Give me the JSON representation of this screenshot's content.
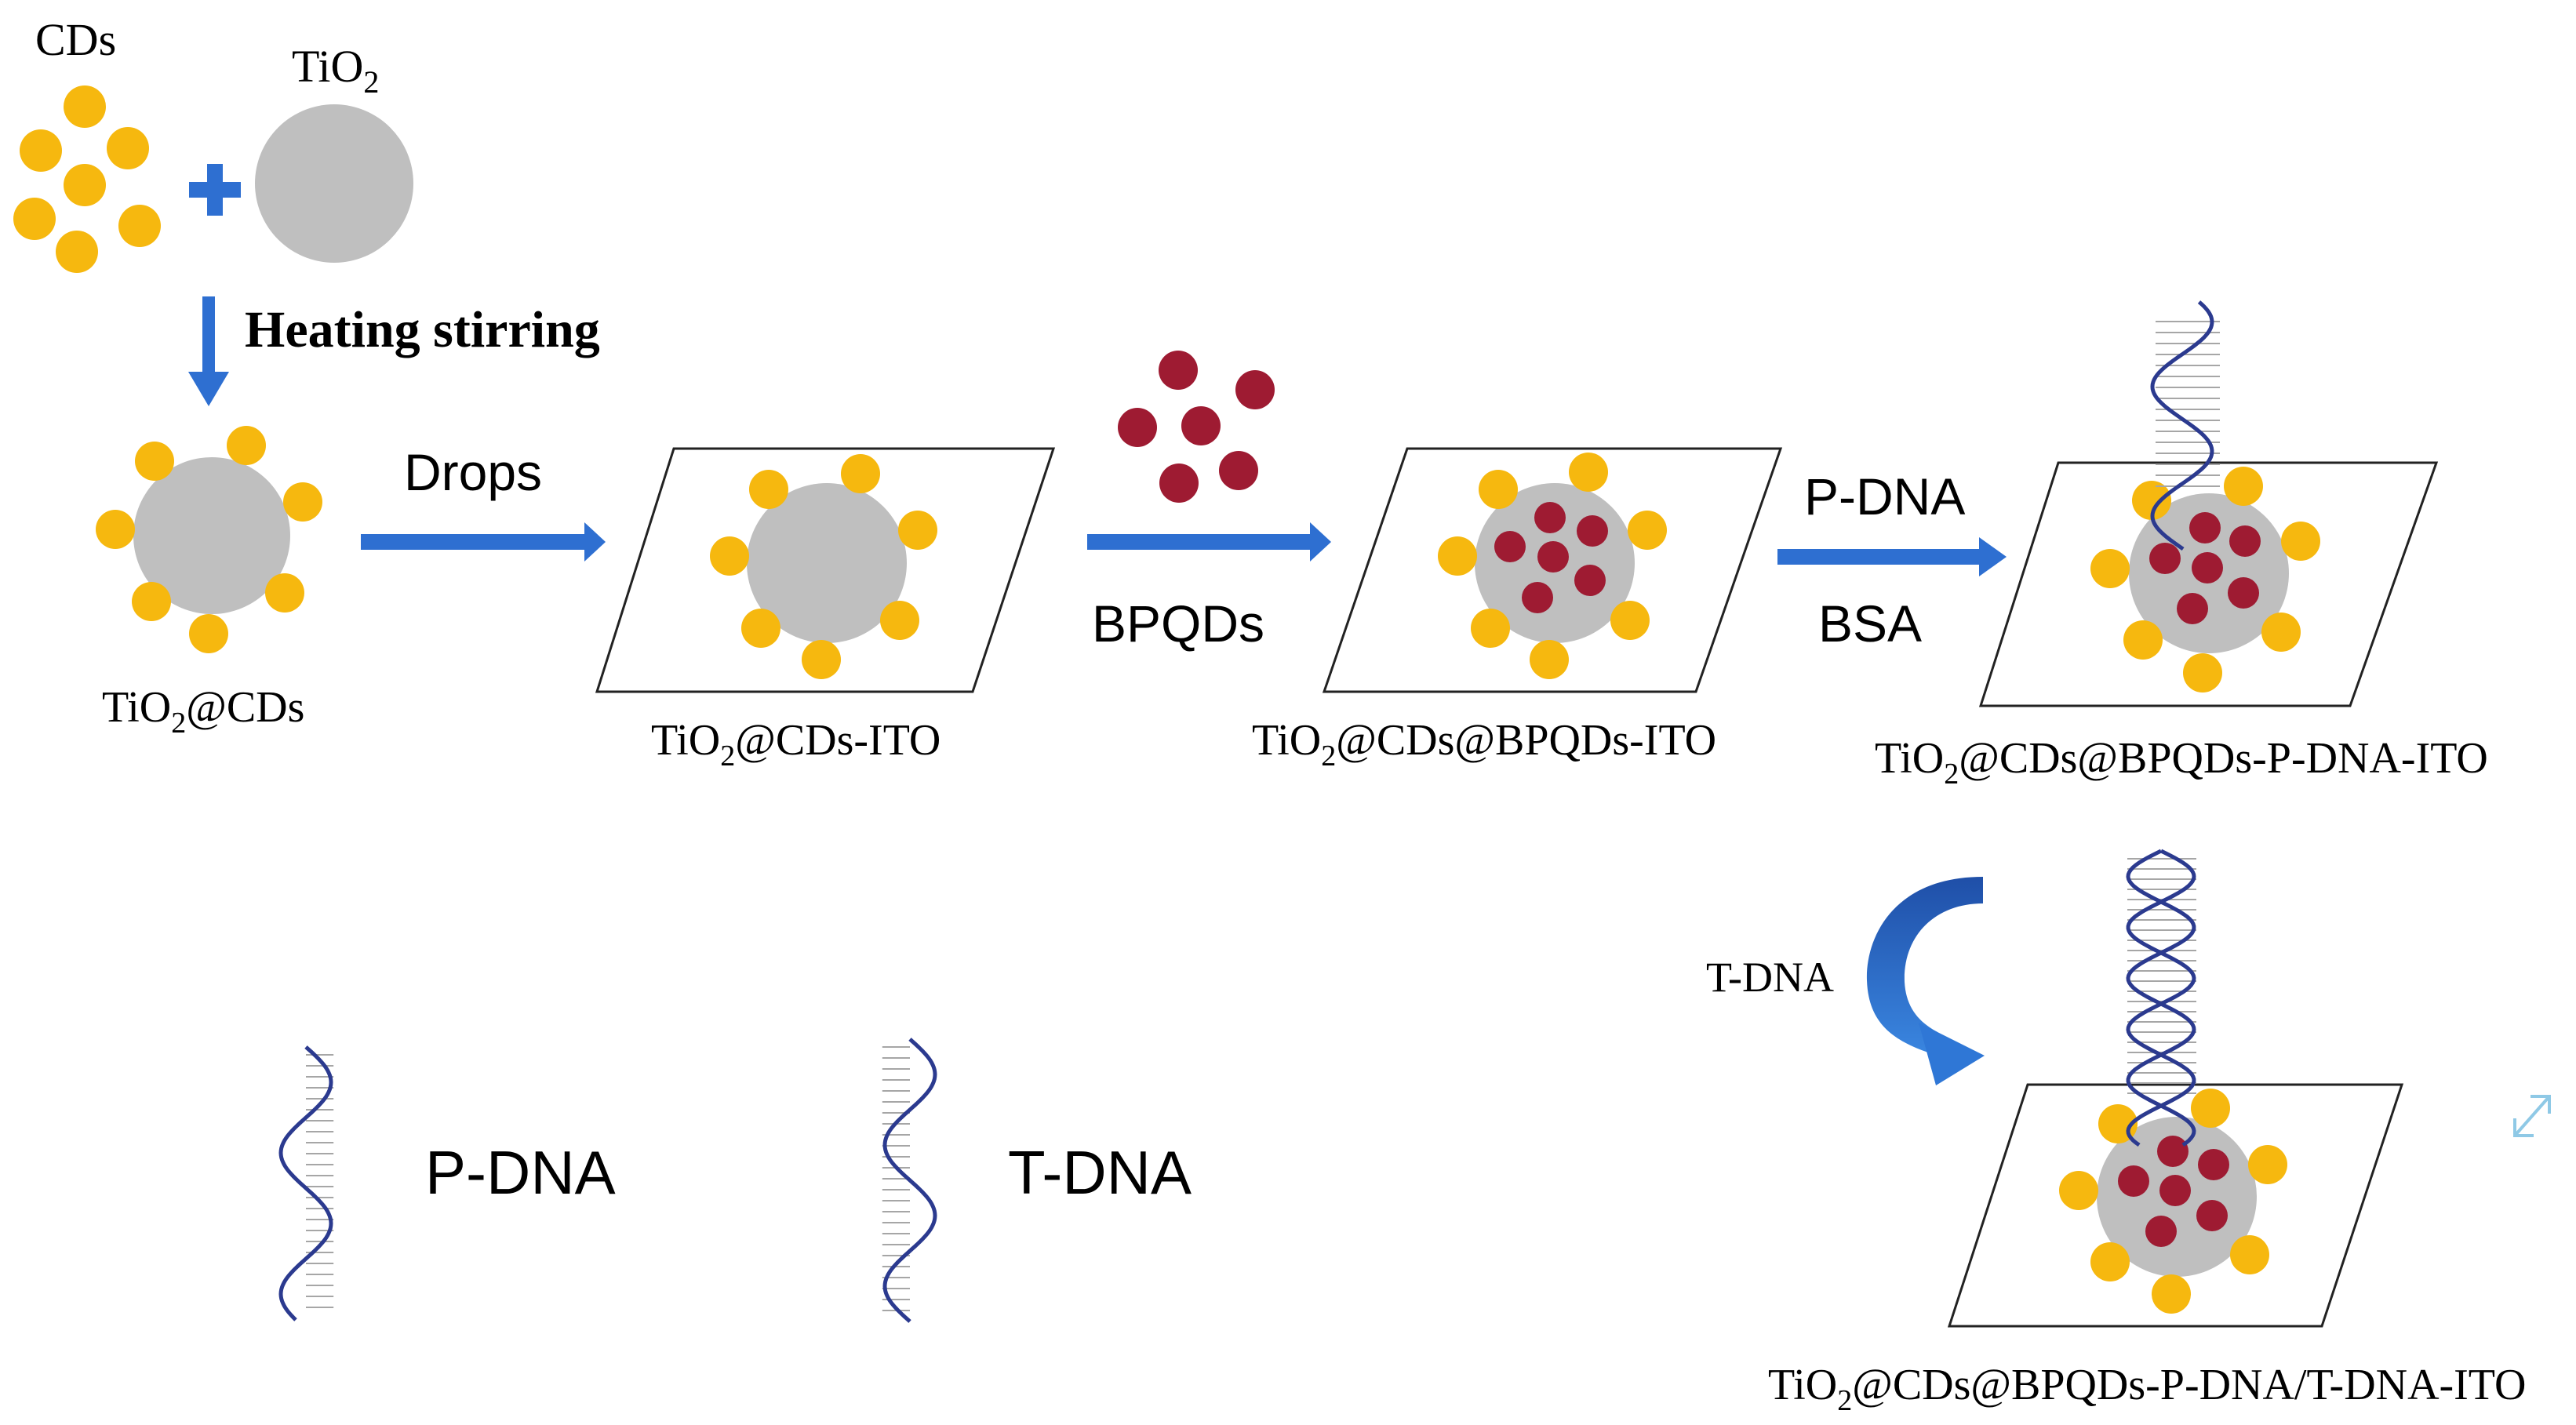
{
  "labels": {
    "cds": "CDs",
    "tio2_pre": "TiO",
    "tio2_sub": "2",
    "heating_stirring": "Heating stirring",
    "drops": "Drops",
    "bpqds": "BPQDs",
    "p_dna_step": "P-DNA",
    "bsa": "BSA",
    "t_dna_step": "T-DNA",
    "legend_p_dna": "P-DNA",
    "legend_t_dna": "T-DNA",
    "prod1_pre": "TiO",
    "prod1_sub": "2",
    "prod1_post": "@CDs",
    "prod2_pre": "TiO",
    "prod2_sub": "2",
    "prod2_post": "@CDs-ITO",
    "prod3_pre": "TiO",
    "prod3_sub": "2",
    "prod3_post": "@CDs@BPQDs-ITO",
    "prod4_pre": "TiO",
    "prod4_sub": "2",
    "prod4_post": "@CDs@BPQDs-P-DNA-ITO",
    "prod5_pre": "TiO",
    "prod5_sub": "2",
    "prod5_post": "@CDs@BPQDs-P-DNA/T-DNA-ITO"
  },
  "colors": {
    "cd_yellow": "#F6B80F",
    "tio2_gray": "#BFBFBF",
    "bpqd_red": "#9E1B32",
    "arrow_blue": "#2E6FD1",
    "dna_strand": "#2B3A8F",
    "dna_rung": "#A6A6A6"
  }
}
